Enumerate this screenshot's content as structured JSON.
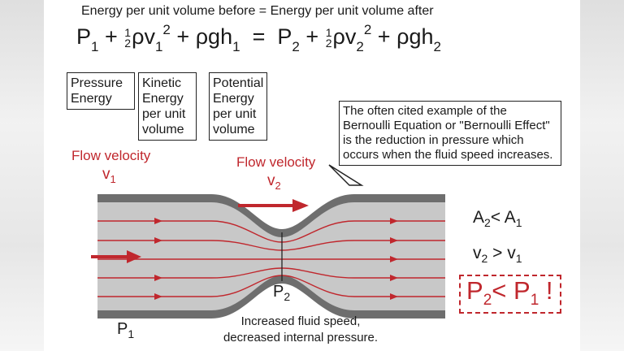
{
  "header": {
    "title": "Energy per unit volume before = Energy per unit volume after"
  },
  "equation": {
    "P": "P",
    "sub1": "1",
    "sub2": "2",
    "plus": "+",
    "eq": "=",
    "frac_num": "1",
    "frac_den": "2",
    "rho": "ρ",
    "v": "v",
    "sq": "2",
    "rhog": "ρgh"
  },
  "labels": {
    "pressure_energy": "Pressure Energy",
    "kinetic_energy": "Kinetic Energy per unit volume",
    "potential_energy": "Potential Energy per unit volume"
  },
  "callout": "The often cited example of the Bernoulli Equation or \"Bernoulli Effect\" is the reduction in pressure which occurs when the fluid speed increases.",
  "flow_left": {
    "text": "Flow velocity",
    "sym": "v",
    "sub": "1"
  },
  "flow_mid": {
    "text": "Flow velocity",
    "sym": "v",
    "sub": "2"
  },
  "relations": {
    "area": {
      "a": "A",
      "s1": "2",
      "op": "<",
      "b": "A",
      "s2": "1"
    },
    "velocity": {
      "a": "v",
      "s1": "2",
      "op": ">",
      "b": "v",
      "s2": "1"
    },
    "pressure": {
      "a": "P",
      "s1": "2",
      "op": "<",
      "b": "P",
      "s2": "1",
      "bang": "!"
    }
  },
  "pipe_labels": {
    "p1": "P",
    "p1_sub": "1",
    "p2": "P",
    "p2_sub": "2"
  },
  "caption": {
    "line1": "Increased fluid speed,",
    "line2": "decreased internal pressure."
  },
  "colors": {
    "accent": "#c0272d",
    "pipe_fill": "#c8c8c8",
    "pipe_wall": "#6e6e6e",
    "text": "#1a1a1a"
  }
}
